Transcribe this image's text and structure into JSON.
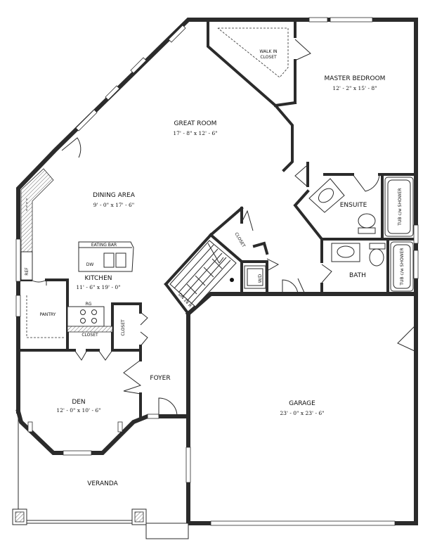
{
  "rooms": {
    "walk_in_closet": {
      "name_line1": "WALK IN",
      "name_line2": "CLOSET"
    },
    "master_bedroom": {
      "name": "MASTER BEDROOM",
      "dims": "12' - 2\" x 15' - 8\""
    },
    "great_room": {
      "name": "GREAT ROOM",
      "dims": "17' - 8\" x 12' - 6\""
    },
    "dining_area": {
      "name": "DINING AREA",
      "dims": "9' - 0\" x 17' - 6\""
    },
    "ensuite": {
      "name": "ENSUITE"
    },
    "kitchen": {
      "name": "KITCHEN",
      "dims": "11' - 6\" x 19' - 0\""
    },
    "bath": {
      "name": "BATH"
    },
    "pantry": {
      "name": "PANTRY"
    },
    "foyer": {
      "name": "FOYER"
    },
    "den": {
      "name": "DEN",
      "dims": "12' - 0\" x 10' - 6\""
    },
    "garage": {
      "name": "GARAGE",
      "dims": "23' - 0\" x 23' - 6\""
    },
    "veranda": {
      "name": "VERANDA"
    }
  },
  "fixtures": {
    "eating_bar": "EATING BAR",
    "dishwasher": "DW",
    "range": "RG",
    "refrigerator": "REF",
    "closet_kitchen": "CLOSET",
    "closet_foyer": "CLOSET",
    "closet_stair": "CLOSET",
    "washer_dryer": "W/D",
    "tub_ensuite": "TUB c/w SHOWER",
    "tub_bath": "TUB c/w SHOWER",
    "stairs": "DN 14 R"
  }
}
